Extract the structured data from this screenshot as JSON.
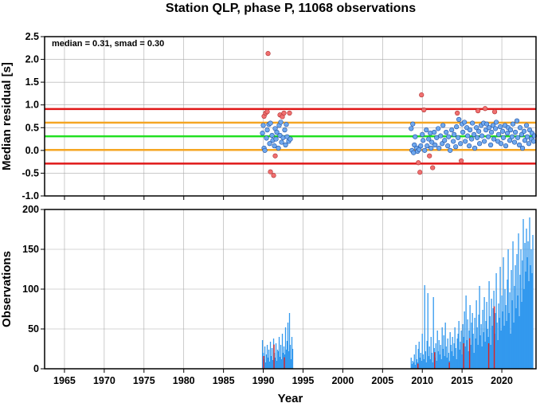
{
  "title": "Station QLP, phase P, 11068 observations",
  "colors": {
    "red_line": "#e01818",
    "orange_line": "#f5a623",
    "green_line": "#22e022",
    "point_inlier": "#6fa8ee",
    "point_outlier": "#f07070",
    "bar_blue": "#3399ee",
    "bar_red": "#dd2222",
    "grid": "#aaaaaa"
  },
  "chart_data": [
    {
      "id": "residuals",
      "type": "scatter",
      "ylabel": "Median residual [s]",
      "xlim": [
        1962.5,
        2024.3
      ],
      "ylim": [
        -1.0,
        2.5
      ],
      "xticks": [
        1965,
        1970,
        1975,
        1980,
        1985,
        1990,
        1995,
        2000,
        2005,
        2010,
        2015,
        2020
      ],
      "yticks": [
        "2.5",
        "2.0",
        "1.5",
        "1.0",
        "0.5",
        "0.0",
        "-0.5",
        "-1.0"
      ],
      "grid": true,
      "annotation": "median = 0.31, smad = 0.30",
      "hlines": [
        {
          "name": "median",
          "y": 0.31,
          "color": "#22e022"
        },
        {
          "name": "upper-1",
          "y": 0.61,
          "color": "#f5a623"
        },
        {
          "name": "lower-1",
          "y": 0.01,
          "color": "#f5a623"
        },
        {
          "name": "upper-2",
          "y": 0.91,
          "color": "#e01818"
        },
        {
          "name": "lower-2",
          "y": -0.29,
          "color": "#e01818"
        }
      ],
      "outliers": [
        [
          1990.1,
          0.75
        ],
        [
          1990.3,
          0.82
        ],
        [
          1990.5,
          0.85
        ],
        [
          1990.6,
          2.13
        ],
        [
          1990.9,
          -0.47
        ],
        [
          1991.3,
          -0.55
        ],
        [
          1991.5,
          -0.12
        ],
        [
          1992.1,
          0.78
        ],
        [
          1992.4,
          0.74
        ],
        [
          1992.6,
          0.82
        ],
        [
          1993.3,
          0.82
        ],
        [
          2009.5,
          -0.27
        ],
        [
          2009.7,
          -0.48
        ],
        [
          2009.9,
          1.22
        ],
        [
          2010.2,
          0.89
        ],
        [
          2010.9,
          -0.12
        ],
        [
          2011.3,
          -0.38
        ],
        [
          2014.4,
          0.82
        ],
        [
          2014.9,
          -0.23
        ],
        [
          2017.0,
          0.87
        ],
        [
          2017.9,
          0.92
        ],
        [
          2019.1,
          0.85
        ]
      ],
      "inliers": [
        [
          1989.9,
          0.38
        ],
        [
          1990.0,
          0.55
        ],
        [
          1990.1,
          0.05
        ],
        [
          1990.2,
          0.0
        ],
        [
          1990.4,
          0.27
        ],
        [
          1990.5,
          0.45
        ],
        [
          1990.7,
          0.57
        ],
        [
          1990.8,
          0.15
        ],
        [
          1990.9,
          0.6
        ],
        [
          1991.1,
          0.33
        ],
        [
          1991.2,
          0.22
        ],
        [
          1991.4,
          0.1
        ],
        [
          1991.5,
          0.48
        ],
        [
          1991.6,
          0.25
        ],
        [
          1991.7,
          0.4
        ],
        [
          1991.9,
          0.05
        ],
        [
          1992.0,
          0.55
        ],
        [
          1992.1,
          0.33
        ],
        [
          1992.2,
          0.62
        ],
        [
          1992.3,
          0.18
        ],
        [
          1992.5,
          0.28
        ],
        [
          1992.7,
          0.45
        ],
        [
          1992.8,
          0.12
        ],
        [
          1992.9,
          0.57
        ],
        [
          1993.0,
          0.3
        ],
        [
          1993.2,
          0.2
        ],
        [
          1993.4,
          0.25
        ],
        [
          2008.6,
          0.48
        ],
        [
          2008.7,
          0.0
        ],
        [
          2008.8,
          0.58
        ],
        [
          2008.9,
          -0.05
        ],
        [
          2009.0,
          0.12
        ],
        [
          2009.1,
          0.3
        ],
        [
          2009.3,
          0.05
        ],
        [
          2009.4,
          -0.02
        ],
        [
          2009.6,
          0.02
        ],
        [
          2009.8,
          0.1
        ],
        [
          2010.0,
          0.35
        ],
        [
          2010.1,
          0.22
        ],
        [
          2010.3,
          0.0
        ],
        [
          2010.5,
          0.45
        ],
        [
          2010.6,
          0.1
        ],
        [
          2010.8,
          0.25
        ],
        [
          2011.0,
          0.38
        ],
        [
          2011.1,
          0.05
        ],
        [
          2011.2,
          0.18
        ],
        [
          2011.5,
          0.4
        ],
        [
          2011.6,
          0.12
        ],
        [
          2011.8,
          0.28
        ],
        [
          2012.0,
          0.48
        ],
        [
          2012.1,
          0.05
        ],
        [
          2012.3,
          0.32
        ],
        [
          2012.5,
          0.15
        ],
        [
          2012.6,
          0.55
        ],
        [
          2012.8,
          0.22
        ],
        [
          2013.0,
          0.4
        ],
        [
          2013.2,
          0.1
        ],
        [
          2013.3,
          0.3
        ],
        [
          2013.5,
          0.0
        ],
        [
          2013.7,
          0.45
        ],
        [
          2013.9,
          0.2
        ],
        [
          2014.0,
          0.35
        ],
        [
          2014.2,
          0.08
        ],
        [
          2014.3,
          0.52
        ],
        [
          2014.5,
          0.28
        ],
        [
          2014.6,
          0.68
        ],
        [
          2014.8,
          0.15
        ],
        [
          2015.0,
          0.58
        ],
        [
          2015.1,
          0.4
        ],
        [
          2015.3,
          0.62
        ],
        [
          2015.4,
          0.2
        ],
        [
          2015.6,
          0.5
        ],
        [
          2015.7,
          0.32
        ],
        [
          2015.9,
          0.1
        ],
        [
          2016.0,
          0.45
        ],
        [
          2016.2,
          0.25
        ],
        [
          2016.3,
          0.6
        ],
        [
          2016.5,
          0.35
        ],
        [
          2016.6,
          0.05
        ],
        [
          2016.8,
          0.5
        ],
        [
          2016.9,
          0.28
        ],
        [
          2017.1,
          0.42
        ],
        [
          2017.2,
          0.15
        ],
        [
          2017.4,
          0.55
        ],
        [
          2017.5,
          0.32
        ],
        [
          2017.7,
          0.6
        ],
        [
          2017.8,
          0.2
        ],
        [
          2018.0,
          0.45
        ],
        [
          2018.1,
          0.58
        ],
        [
          2018.3,
          0.3
        ],
        [
          2018.4,
          0.5
        ],
        [
          2018.6,
          0.12
        ],
        [
          2018.7,
          0.4
        ],
        [
          2018.9,
          0.55
        ],
        [
          2019.0,
          0.25
        ],
        [
          2019.2,
          0.48
        ],
        [
          2019.3,
          0.62
        ],
        [
          2019.5,
          0.2
        ],
        [
          2019.6,
          0.35
        ],
        [
          2019.8,
          0.52
        ],
        [
          2019.9,
          0.15
        ],
        [
          2020.1,
          0.42
        ],
        [
          2020.2,
          0.28
        ],
        [
          2020.4,
          0.55
        ],
        [
          2020.5,
          0.1
        ],
        [
          2020.7,
          0.38
        ],
        [
          2020.8,
          0.5
        ],
        [
          2021.0,
          0.22
        ],
        [
          2021.1,
          0.45
        ],
        [
          2021.3,
          0.3
        ],
        [
          2021.4,
          0.58
        ],
        [
          2021.6,
          0.18
        ],
        [
          2021.7,
          0.4
        ],
        [
          2021.9,
          0.65
        ],
        [
          2022.0,
          0.28
        ],
        [
          2022.2,
          0.12
        ],
        [
          2022.3,
          0.5
        ],
        [
          2022.5,
          0.35
        ],
        [
          2022.6,
          0.05
        ],
        [
          2022.8,
          0.42
        ],
        [
          2022.9,
          0.22
        ],
        [
          2023.1,
          0.55
        ],
        [
          2023.2,
          0.3
        ],
        [
          2023.4,
          0.15
        ],
        [
          2023.5,
          0.45
        ],
        [
          2023.7,
          0.25
        ],
        [
          2023.8,
          0.38
        ],
        [
          2024.0,
          0.2
        ],
        [
          2024.1,
          0.32
        ]
      ]
    },
    {
      "id": "observations",
      "type": "bar",
      "xlabel": "Year",
      "ylabel": "Observations",
      "xlim": [
        1962.5,
        2024.3
      ],
      "ylim": [
        0,
        200
      ],
      "xticks": [
        1965,
        1970,
        1975,
        1980,
        1985,
        1990,
        1995,
        2000,
        2005,
        2010,
        2015,
        2020
      ],
      "yticks": [
        "200",
        "150",
        "100",
        "50",
        "0"
      ],
      "grid": true,
      "bars_x": [
        1989.9,
        1990.0,
        1990.1,
        1990.2,
        1990.3,
        1990.4,
        1990.5,
        1990.6,
        1990.7,
        1990.8,
        1990.9,
        1991.0,
        1991.1,
        1991.2,
        1991.3,
        1991.4,
        1991.5,
        1991.6,
        1991.7,
        1991.8,
        1991.9,
        1992.0,
        1992.1,
        1992.2,
        1992.3,
        1992.4,
        1992.5,
        1992.6,
        1992.7,
        1992.8,
        1992.9,
        1993.0,
        1993.1,
        1993.2,
        1993.3,
        1993.4,
        1993.5,
        1993.6,
        1993.7,
        2008.6,
        2008.7,
        2008.8,
        2008.9,
        2009.0,
        2009.1,
        2009.2,
        2009.3,
        2009.4,
        2009.5,
        2009.6,
        2009.7,
        2009.8,
        2009.9,
        2010.0,
        2010.1,
        2010.2,
        2010.3,
        2010.4,
        2010.5,
        2010.6,
        2010.7,
        2010.8,
        2010.9,
        2011.0,
        2011.1,
        2011.2,
        2011.3,
        2011.4,
        2011.5,
        2011.6,
        2011.7,
        2011.8,
        2011.9,
        2012.0,
        2012.1,
        2012.2,
        2012.3,
        2012.4,
        2012.5,
        2012.6,
        2012.7,
        2012.8,
        2012.9,
        2013.0,
        2013.1,
        2013.2,
        2013.3,
        2013.4,
        2013.5,
        2013.6,
        2013.7,
        2013.8,
        2013.9,
        2014.0,
        2014.1,
        2014.2,
        2014.3,
        2014.4,
        2014.5,
        2014.6,
        2014.7,
        2014.8,
        2014.9,
        2015.0,
        2015.1,
        2015.2,
        2015.3,
        2015.4,
        2015.5,
        2015.6,
        2015.7,
        2015.8,
        2015.9,
        2016.0,
        2016.1,
        2016.2,
        2016.3,
        2016.4,
        2016.5,
        2016.6,
        2016.7,
        2016.8,
        2016.9,
        2017.0,
        2017.1,
        2017.2,
        2017.3,
        2017.4,
        2017.5,
        2017.6,
        2017.7,
        2017.8,
        2017.9,
        2018.0,
        2018.1,
        2018.2,
        2018.3,
        2018.4,
        2018.5,
        2018.6,
        2018.7,
        2018.8,
        2018.9,
        2019.0,
        2019.1,
        2019.2,
        2019.3,
        2019.4,
        2019.5,
        2019.6,
        2019.7,
        2019.8,
        2019.9,
        2020.0,
        2020.1,
        2020.2,
        2020.3,
        2020.4,
        2020.5,
        2020.6,
        2020.7,
        2020.8,
        2020.9,
        2021.0,
        2021.1,
        2021.2,
        2021.3,
        2021.4,
        2021.5,
        2021.6,
        2021.7,
        2021.8,
        2021.9,
        2022.0,
        2022.1,
        2022.2,
        2022.3,
        2022.4,
        2022.5,
        2022.6,
        2022.7,
        2022.8,
        2022.9,
        2023.0,
        2023.1,
        2023.2,
        2023.3,
        2023.4,
        2023.5,
        2023.6,
        2023.7,
        2023.8,
        2023.9,
        2024.0,
        2024.1,
        2024.2
      ],
      "bars_y": [
        36,
        20,
        12,
        28,
        8,
        18,
        30,
        14,
        24,
        9,
        34,
        16,
        26,
        11,
        38,
        20,
        14,
        32,
        10,
        24,
        22,
        40,
        15,
        30,
        12,
        44,
        20,
        28,
        18,
        52,
        24,
        35,
        58,
        22,
        70,
        30,
        12,
        40,
        25,
        14,
        6,
        10,
        8,
        18,
        5,
        30,
        12,
        8,
        25,
        34,
        14,
        20,
        10,
        44,
        18,
        12,
        105,
        22,
        8,
        35,
        95,
        16,
        28,
        12,
        40,
        20,
        8,
        90,
        26,
        14,
        32,
        10,
        48,
        22,
        36,
        18,
        30,
        12,
        52,
        25,
        42,
        16,
        58,
        28,
        14,
        38,
        20,
        10,
        46,
        30,
        22,
        40,
        16,
        32,
        52,
        26,
        12,
        38,
        44,
        60,
        24,
        34,
        48,
        18,
        56,
        40,
        72,
        28,
        92,
        36,
        62,
        22,
        48,
        80,
        30,
        58,
        70,
        44,
        20,
        64,
        38,
        86,
        52,
        30,
        68,
        104,
        42,
        56,
        28,
        74,
        46,
        90,
        34,
        60,
        84,
        50,
        40,
        110,
        66,
        30,
        88,
        54,
        76,
        98,
        44,
        70,
        120,
        58,
        36,
        82,
        64,
        128,
        48,
        92,
        72,
        140,
        54,
        100,
        80,
        60,
        112,
        150,
        70,
        96,
        44,
        124,
        86,
        160,
        58,
        104,
        130,
        76,
        144,
        92,
        170,
        66,
        118,
        150,
        84,
        136,
        188,
        100,
        158,
        122,
        176,
        140,
        160,
        110,
        190,
        130,
        150,
        120,
        168
      ],
      "red_bars_x": [
        1990.05,
        1991.35,
        1992.65,
        2009.45,
        2011.55,
        2013.4,
        2015.2,
        2015.95,
        2018.35,
        2019.05
      ]
    }
  ]
}
